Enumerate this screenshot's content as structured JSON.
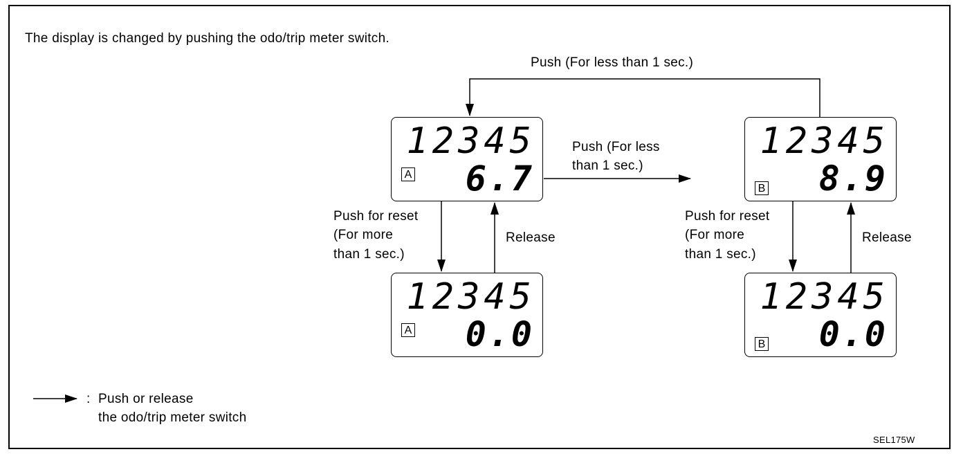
{
  "intro": "The display is changed by pushing the odo/trip meter switch.",
  "top_push": "Push (For less than 1 sec.)",
  "mid_push": [
    "Push (For less",
    "than 1 sec.)"
  ],
  "reset_left": [
    "Push for reset",
    "(For more",
    "than 1 sec.)"
  ],
  "reset_right": [
    "Push for reset",
    "(For more",
    "than 1 sec.)"
  ],
  "release_left": "Release",
  "release_right": "Release",
  "meters": {
    "a_top": {
      "odo": "12345",
      "trip": "6.7",
      "label": "A"
    },
    "a_bottom": {
      "odo": "12345",
      "trip": "0.0",
      "label": "A"
    },
    "b_top": {
      "odo": "12345",
      "trip": "8.9",
      "label": "B"
    },
    "b_bottom": {
      "odo": "12345",
      "trip": "0.0",
      "label": "B"
    }
  },
  "legend": [
    "Push or release",
    "the odo/trip meter switch"
  ],
  "legend_colon": ":",
  "code": "SEL175W"
}
